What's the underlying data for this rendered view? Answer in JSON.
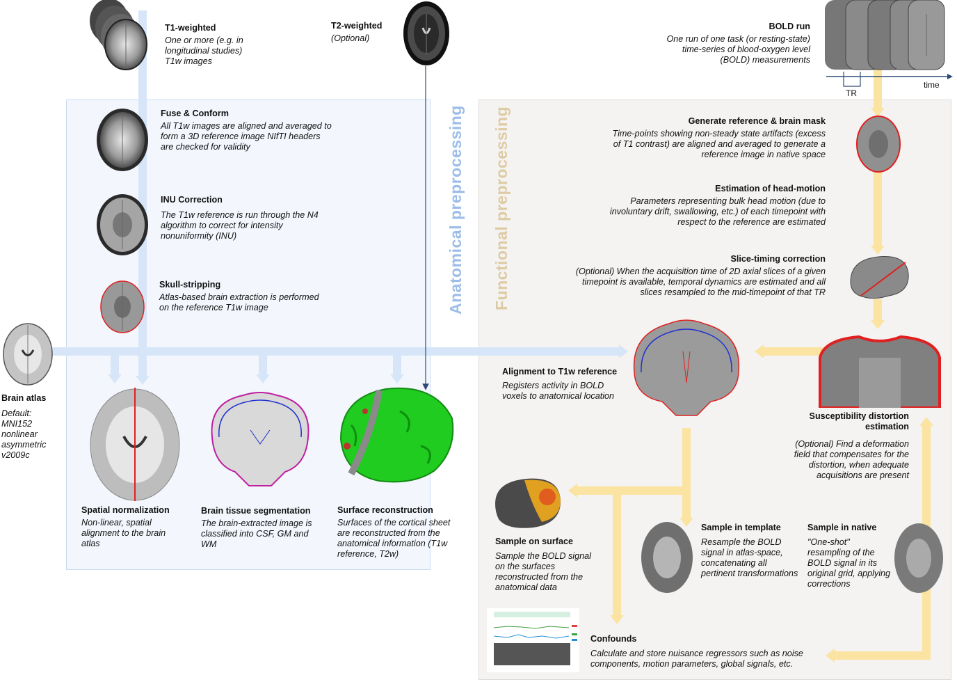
{
  "sections": {
    "anatomical": "Anatomical preprocessing",
    "functional": "Functional preprocessing"
  },
  "inputs": {
    "t1": {
      "title": "T1-weighted",
      "desc": "One or more (e.g. in longitudinal studies) T1w images"
    },
    "t2": {
      "title": "T2-weighted",
      "desc": "(Optional)"
    },
    "bold": {
      "title": "BOLD run",
      "desc": "One run of one task (or resting-state) time-series of blood-oxygen level (BOLD) measurements",
      "tr_label": "TR",
      "time_label": "time"
    },
    "atlas": {
      "title": "Brain atlas",
      "desc": "Default: MNI152 nonlinear asymmetric v2009c"
    }
  },
  "anat_steps": {
    "fuse": {
      "title": "Fuse & Conform",
      "desc": "All T1w images are aligned and averaged to form a 3D reference image NIfTI headers are checked for validity"
    },
    "inu": {
      "title": "INU Correction",
      "desc": "The T1w reference is run through the N4 algorithm to correct for intensity nonuniformity (INU)"
    },
    "skull": {
      "title": "Skull-stripping",
      "desc": "Atlas-based brain extraction is performed on the reference T1w image"
    },
    "norm": {
      "title": "Spatial normalization",
      "desc": "Non-linear, spatial alignment to the brain atlas"
    },
    "seg": {
      "title": "Brain tissue segmentation",
      "desc": "The brain-extracted image is classified into CSF, GM and WM"
    },
    "surf": {
      "title": "Surface reconstruction",
      "desc": "Surfaces of the cortical sheet are reconstructed from the anatomical information (T1w reference, T2w)"
    }
  },
  "func_steps": {
    "ref": {
      "title": "Generate reference & brain mask",
      "desc": "Time-points showing non-steady state artifacts (excess of T1 contrast) are aligned and averaged to generate a reference image in native space"
    },
    "motion": {
      "title": "Estimation of head-motion",
      "desc": "Parameters representing bulk head motion (due to involuntary drift, swallowing, etc.) of each timepoint with respect to the reference are estimated"
    },
    "stc": {
      "title": "Slice-timing correction",
      "desc": "(Optional) When the acquisition time of 2D axial slices of a given timepoint is available, temporal dynamics are estimated and all slices resampled to the mid-timepoint of that TR"
    },
    "sdc": {
      "title": "Susceptibility distortion estimation",
      "desc": "(Optional) Find a deformation field that compensates for the distortion, when adequate acquisitions are present"
    },
    "align": {
      "title": "Alignment to T1w reference",
      "desc": "Registers activity in BOLD voxels to anatomical location"
    },
    "surface": {
      "title": "Sample on surface",
      "desc": "Sample the BOLD signal on the surfaces reconstructed from the anatomical data"
    },
    "template": {
      "title": "Sample in template",
      "desc": "Resample the BOLD signal in atlas-space, concatenating all pertinent transformations"
    },
    "native": {
      "title": "Sample in native",
      "desc": "\"One-shot\" resampling of the BOLD signal in its original grid, applying corrections"
    },
    "confounds": {
      "title": "Confounds",
      "desc": "Calculate and store nuisance regressors such as noise components, motion parameters, global signals, etc."
    }
  },
  "colors": {
    "anat_flow": "#d6e6f8",
    "func_flow": "#fbe3a2",
    "mask_outline": "#e02020",
    "t2_arrow": "#2e4b78"
  }
}
